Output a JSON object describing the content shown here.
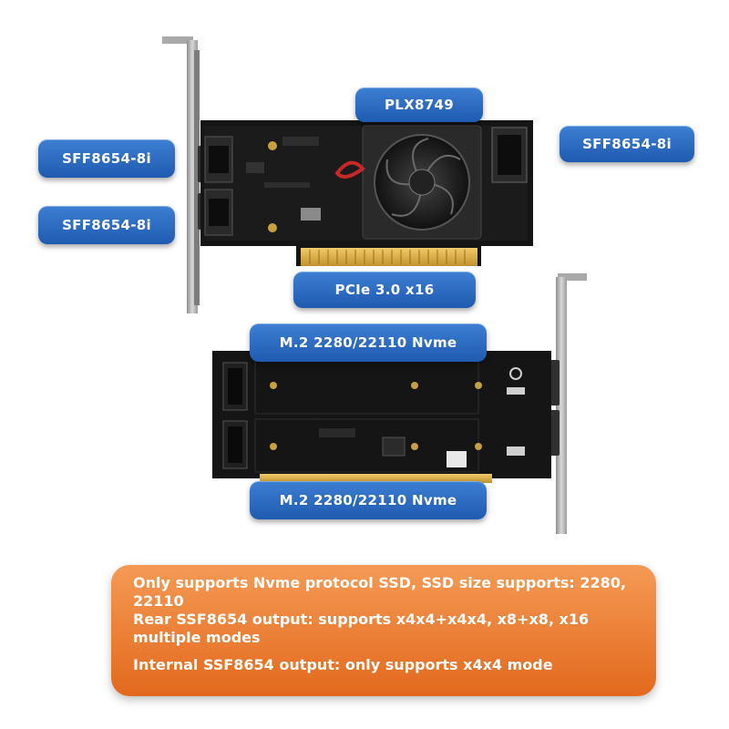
{
  "labels": {
    "controller": "PLX8749",
    "port_top_left": "SFF8654-8i",
    "port_bottom_left": "SFF8654-8i",
    "port_right": "SFF8654-8i",
    "interface": "PCIe 3.0 x16",
    "m2_slot_top": "M.2 2280/22110 Nvme",
    "m2_slot_bottom": "M.2 2280/22110 Nvme"
  },
  "notes": {
    "line1": "Only supports Nvme protocol SSD, SSD size supports: 2280, 22110",
    "line2": "Rear SSF8654 output: supports x4x4+x4x4, x8+x8, x16 multiple modes",
    "line3": "Internal SSF8654 output: only supports x4x4 mode"
  },
  "colors": {
    "label_blue": "#2b6cc4",
    "note_orange": "#ee8035",
    "pcb_black": "#141414",
    "gold_contacts": "#d4a43a"
  }
}
